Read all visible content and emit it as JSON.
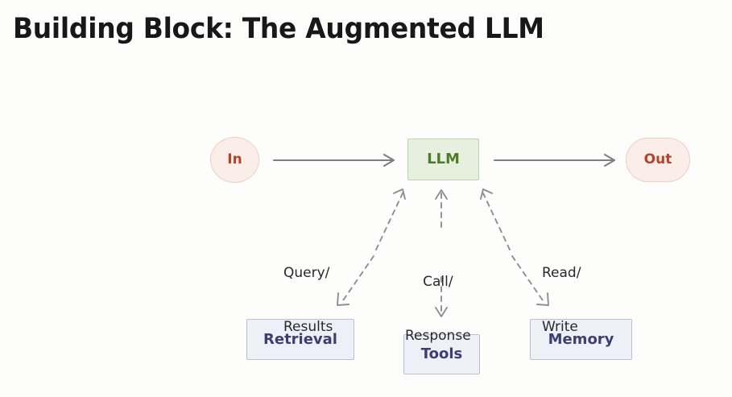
{
  "slide": {
    "title": "Building Block: The Augmented LLM",
    "background_color": "#fdfdfb"
  },
  "diagram": {
    "type": "flow-diagram",
    "nodes": {
      "input": {
        "label": "In",
        "shape": "circle",
        "fill": "#fbeee9",
        "border": "#eccfc5",
        "text_color": "#b2442b"
      },
      "llm": {
        "label": "LLM",
        "shape": "rectangle",
        "fill": "#e7f0de",
        "border": "#bcd3ac",
        "text_color": "#4e7c29"
      },
      "output": {
        "label": "Out",
        "shape": "stadium",
        "fill": "#fbeee9",
        "border": "#eccfc5",
        "text_color": "#b2442b"
      },
      "retrieval": {
        "label": "Retrieval",
        "shape": "rectangle",
        "fill": "#eef0f8",
        "border": "#b9bfd4",
        "text_color": "#3b3f72"
      },
      "tools": {
        "label": "Tools",
        "shape": "rectangle",
        "fill": "#eef0f8",
        "border": "#b9bfd4",
        "text_color": "#3b3f72"
      },
      "memory": {
        "label": "Memory",
        "shape": "rectangle",
        "fill": "#eef0f8",
        "border": "#b9bfd4",
        "text_color": "#3b3f72"
      }
    },
    "edges": [
      {
        "from": "In",
        "to": "LLM",
        "style": "solid",
        "label": "",
        "color": "#7c8084"
      },
      {
        "from": "LLM",
        "to": "Out",
        "style": "solid",
        "label": "",
        "color": "#7c8084"
      },
      {
        "from": "LLM",
        "to": "Retrieval",
        "style": "dashed",
        "label": "Query/\nResults",
        "color": "#8c8f93",
        "bidirectional": true
      },
      {
        "from": "LLM",
        "to": "Tools",
        "style": "dashed",
        "label": "Call/\nResponse",
        "color": "#8c8f93",
        "bidirectional": true
      },
      {
        "from": "LLM",
        "to": "Memory",
        "style": "dashed",
        "label": "Read/\nWrite",
        "color": "#8c8f93",
        "bidirectional": true
      }
    ],
    "edge_labels": {
      "query_results_line1": "Query/",
      "query_results_line2": "Results",
      "call_response_line1": "Call/",
      "call_response_line2": "Response",
      "read_write_line1": "Read/",
      "read_write_line2": "Write"
    }
  }
}
